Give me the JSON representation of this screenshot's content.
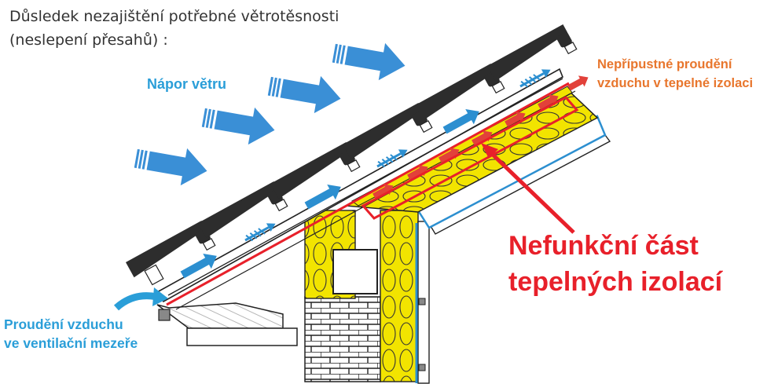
{
  "title": {
    "line1": "Důsledek nezajištění potřebné větrotěsnosti",
    "line2": "(neslepení přesahů) :"
  },
  "labels": {
    "wind": "Nápor větru",
    "vent_line1": "Proudění vzduchu",
    "vent_line2": "ve ventilační mezeře",
    "leak_line1": "Nepřípustné proudění",
    "leak_line2": "vzduchu v tepelné izolaci",
    "fault_line1": "Nefunkční část",
    "fault_line2": "tepelných izolací"
  },
  "colors": {
    "wind_arrow": "#3a8fd6",
    "label_blue": "#2a9ed8",
    "label_orange": "#e8762d",
    "fault_red": "#e8202a",
    "insulation": "#f2e400",
    "roof_tiles": "#2d2d2d",
    "membrane": "#2c8fd0"
  },
  "icons": {
    "wind_arrows": "big-wind-arrow-icon",
    "vent_arrows": "vent-flow-arrow-icon",
    "leak_arrows": "leak-flow-arrow-icon",
    "pointer": "red-pointer-arrow-icon"
  }
}
